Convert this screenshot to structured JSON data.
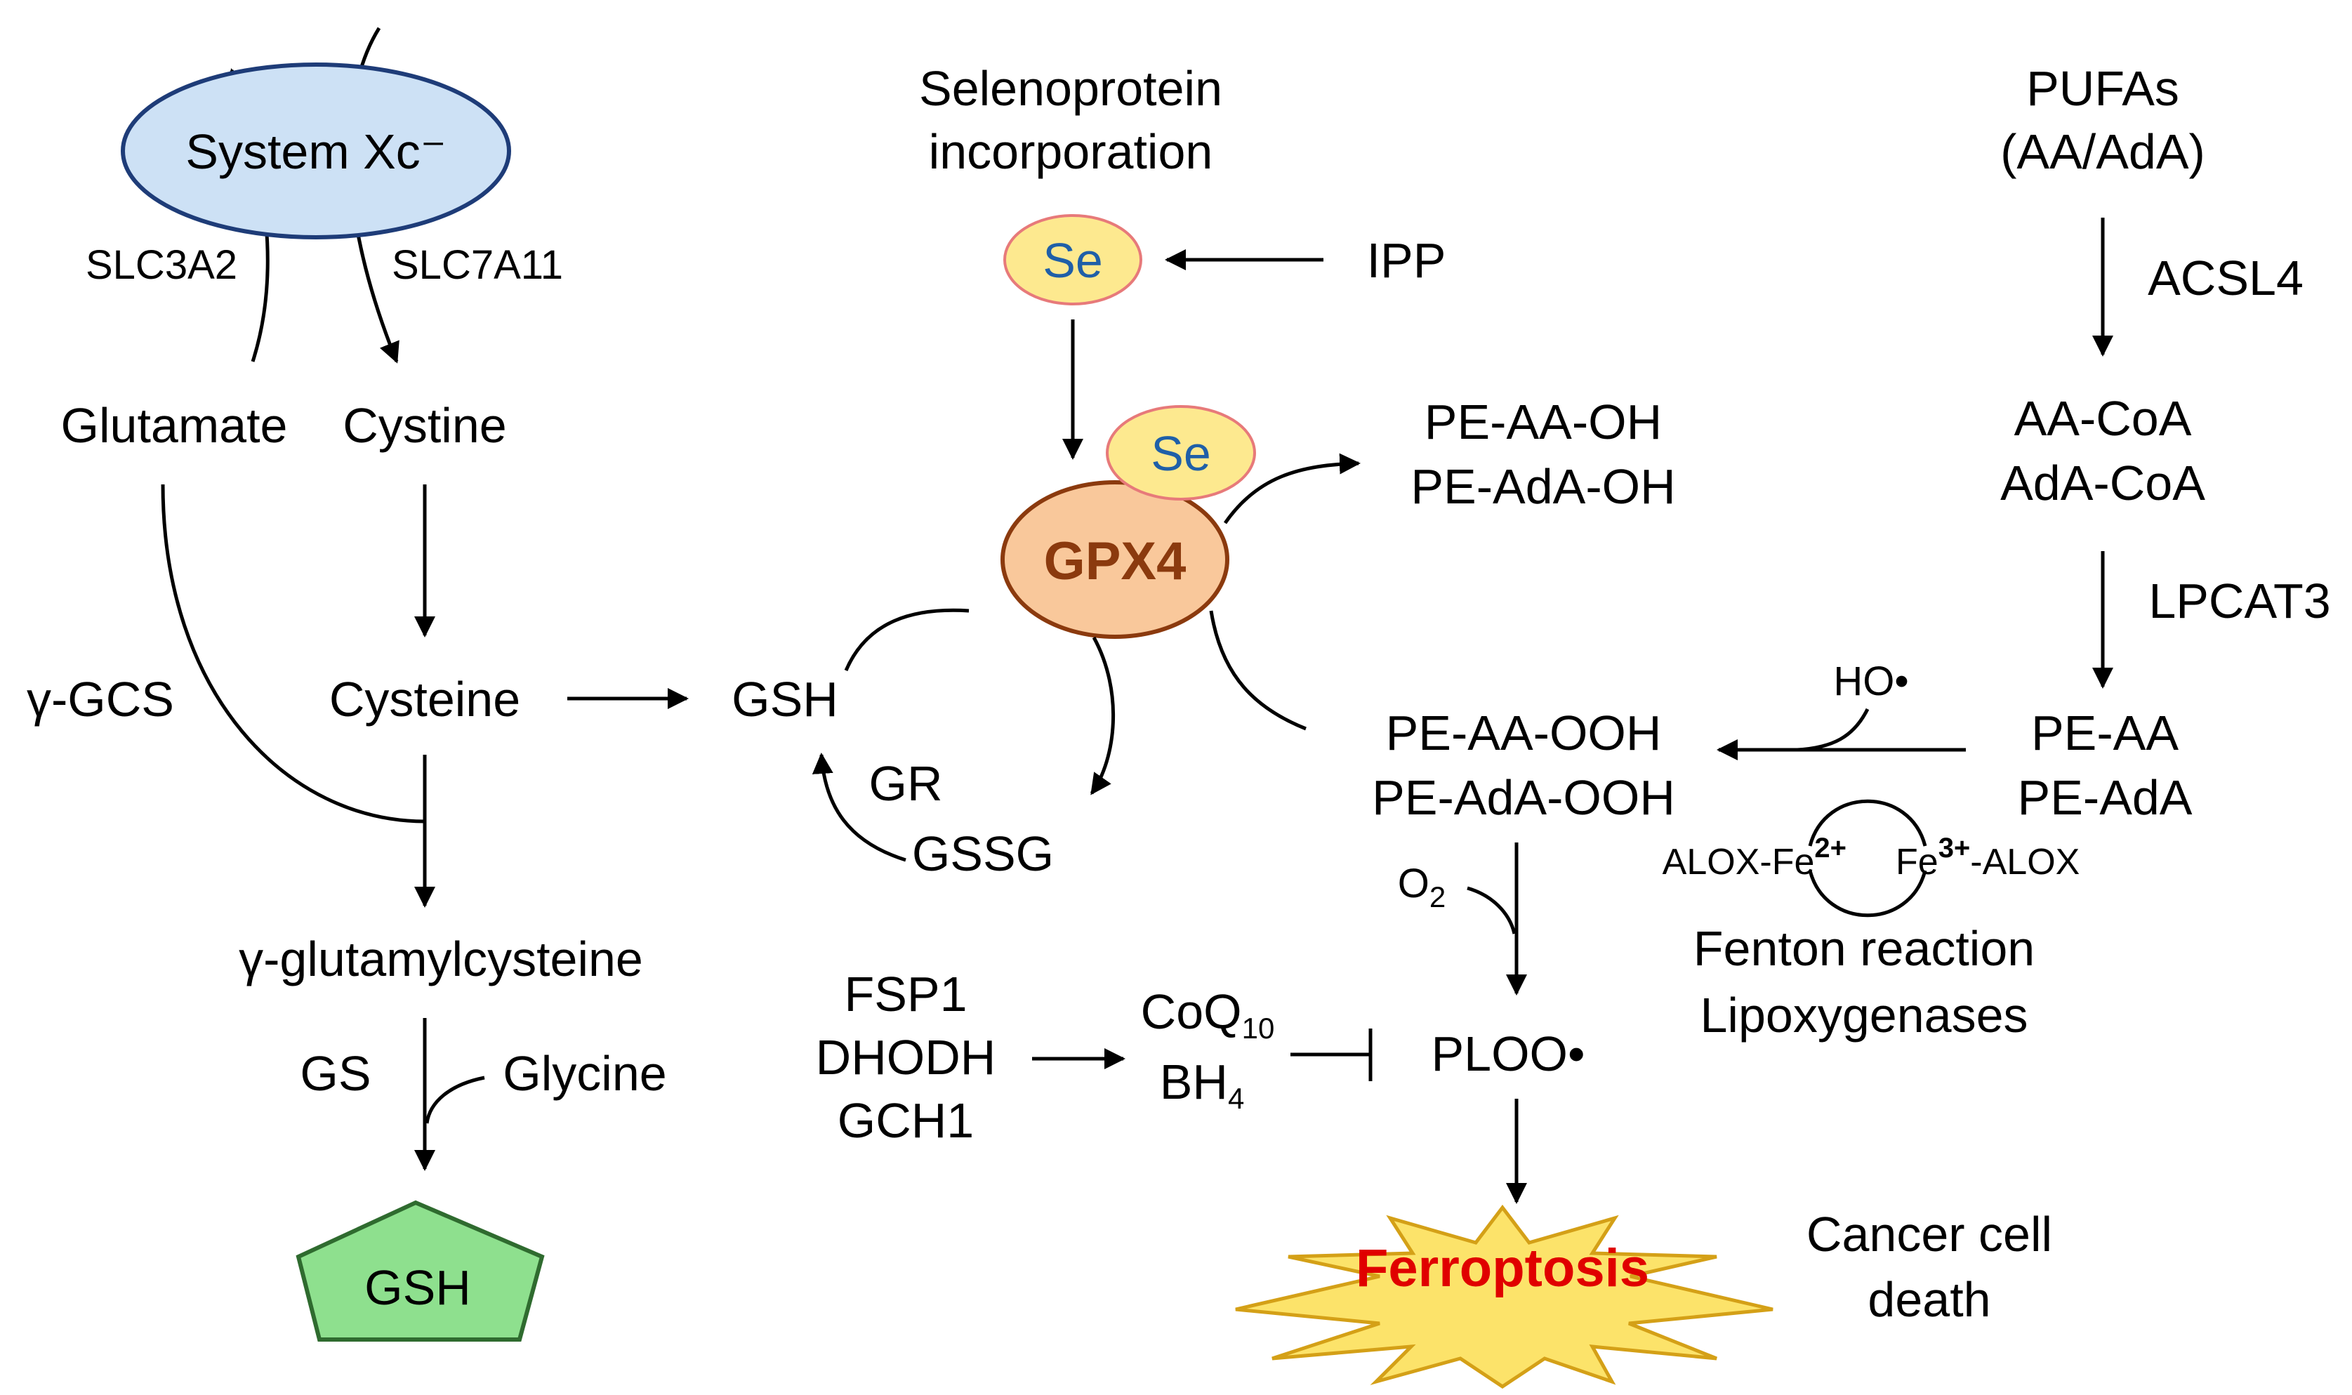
{
  "system_xc": {
    "title": "System Xc⁻",
    "slc3a2": "SLC3A2",
    "slc7a11": "SLC7A11",
    "glutamate": "Glutamate",
    "cystine": "Cystine"
  },
  "gsh_synthesis": {
    "cysteine": "Cysteine",
    "gamma_gcs": "γ-GCS",
    "gamma_glutamylcysteine": "γ-glutamylcysteine",
    "gs": "GS",
    "glycine": "Glycine",
    "gsh_product": "GSH"
  },
  "selenium": {
    "line1": "Selenoprotein",
    "line2": "incorporation",
    "se": "Se",
    "se_bound": "Se",
    "ipp": "IPP"
  },
  "gpx4_cycle": {
    "gpx4": "GPX4",
    "gsh": "GSH",
    "gr": "GR",
    "gssg": "GSSG",
    "pe_aa_oh": "PE-AA-OH",
    "pe_ada_oh": "PE-AdA-OH"
  },
  "pufa_pathway": {
    "pufas": "PUFAs",
    "pufas_sub": "(AA/AdA)",
    "acsl4": "ACSL4",
    "aa_coa": "AA-CoA",
    "ada_coa": "AdA-CoA",
    "lpcat3": "LPCAT3",
    "pe_aa": "PE-AA",
    "pe_ada": "PE-AdA",
    "ho_radical": "HO•",
    "pe_aa_ooh": "PE-AA-OOH",
    "pe_ada_ooh": "PE-AdA-OOH",
    "alox_fe_prefix": "ALOX-Fe",
    "fe2_charge": "2+",
    "fe3_prefix": "Fe",
    "fe3_charge": "3+",
    "fe3_suffix": "-ALOX",
    "fenton": "Fenton reaction",
    "lipoxygenases": "Lipoxygenases",
    "o2_base": "O",
    "o2_sub": "2"
  },
  "fsp1_axis": {
    "fsp1": "FSP1",
    "dhodh": "DHODH",
    "gch1": "GCH1",
    "coq_base": "CoQ",
    "coq_sub": "10",
    "bh_base": "BH",
    "bh_sub": "4",
    "ploo": "PLOO•"
  },
  "outcome": {
    "ferroptosis": "Ferroptosis",
    "cancer_line1": "Cancer cell",
    "cancer_line2": "death"
  },
  "colors": {
    "system_xc_fill": "#cde1f5",
    "system_xc_stroke": "#1e3c78",
    "se_fill": "#fde98f",
    "se_stroke": "#e77a7a",
    "gpx4_fill": "#f9c89b",
    "gpx4_stroke": "#8b3a0e",
    "gsh_pentagon_fill": "#8ee08e",
    "gsh_pentagon_stroke": "#2f6b2f",
    "burst_fill": "#fce36a",
    "burst_stroke": "#d4a017",
    "ferroptosis_text": "#e00000"
  }
}
